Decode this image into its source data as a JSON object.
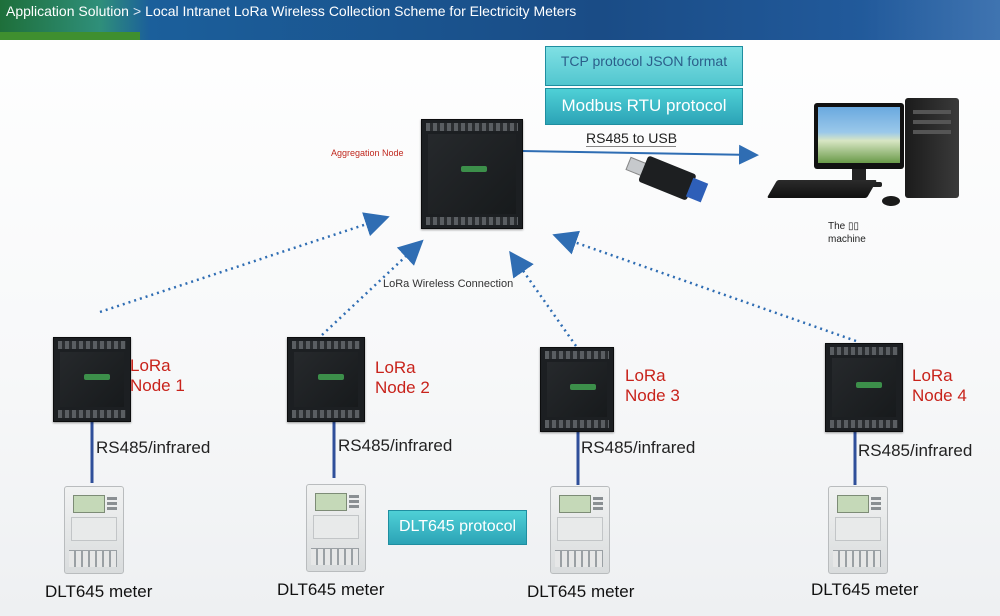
{
  "header": {
    "crumb_root": "Application Solution",
    "crumb_sep": ">",
    "crumb_current": "Local Intranet LoRa Wireless Collection Scheme for Electricity Meters"
  },
  "protocols": {
    "tcp": "TCP protocol JSON format",
    "modbus": "Modbus RTU protocol",
    "dlt": "DLT645 protocol"
  },
  "labels": {
    "rs485_usb": "RS485 to USB",
    "aggregation": "Aggregation Node",
    "lora_link": "LoRa Wireless Connection",
    "host_line1": "The ▯▯",
    "host_line2": "machine"
  },
  "nodes": [
    {
      "line1": "LoRa",
      "line2": "Node 1",
      "iface": "RS485/infrared",
      "meter": "DLT645 meter"
    },
    {
      "line1": "LoRa",
      "line2": "Node 2",
      "iface": "RS485/infrared",
      "meter": "DLT645 meter"
    },
    {
      "line1": "LoRa",
      "line2": "Node 3",
      "iface": "RS485/infrared",
      "meter": "DLT645 meter"
    },
    {
      "line1": "LoRa",
      "line2": "Node 4",
      "iface": "RS485/infrared",
      "meter": "DLT645 meter"
    }
  ],
  "colors": {
    "accent_teal": "#2ba3b6",
    "link_blue": "#2f6db3",
    "node_red": "#c8231b",
    "header_blue": "#1a4c86"
  },
  "icons": {
    "aggregator": "lora-gateway-device-icon",
    "node": "lora-collector-device-icon",
    "meter": "electricity-meter-icon",
    "computer": "desktop-computer-icon",
    "converter": "usb-rs485-converter-icon"
  }
}
